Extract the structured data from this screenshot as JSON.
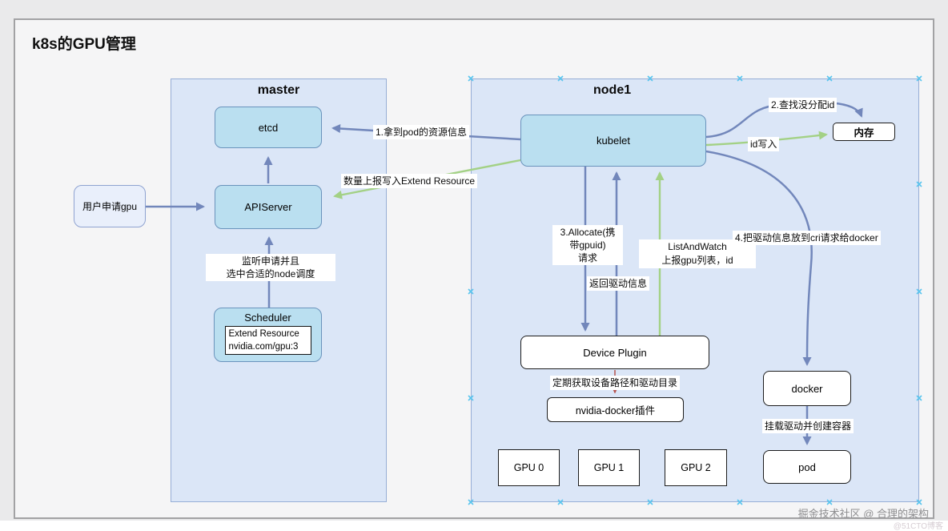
{
  "page": {
    "title": "k8s的GPU管理"
  },
  "watermark": {
    "line1": "掘金技术社区 @ 合理的架构",
    "line2": "@51CTO博客"
  },
  "groups": {
    "master": "master",
    "node1": "node1"
  },
  "nodes": {
    "user": "用户申请gpu",
    "etcd": "etcd",
    "apiserver": "APIServer",
    "scheduler": "Scheduler",
    "scheduler_detail": "Extend Resource\nnvidia.com/gpu:3",
    "kubelet": "kubelet",
    "memory": "内存",
    "device_plugin": "Device Plugin",
    "nvidia_docker": "nvidia-docker插件",
    "gpu0": "GPU 0",
    "gpu1": "GPU 1",
    "gpu2": "GPU 2",
    "docker": "docker",
    "pod": "pod"
  },
  "edge_labels": {
    "get_pod_info": "1.拿到pod的资源信息",
    "report_extend_resource": "数量上报写入Extend Resource",
    "watch_and_schedule": "监听申请并且\n选中合适的node调度",
    "find_unassigned_id": "2.查找没分配id",
    "id_write": "id写入",
    "allocate_request": "3.Allocate(携\n带gpuid)\n请求",
    "return_driver_info": "返回驱动信息",
    "list_and_watch": "ListAndWatch\n上报gpu列表，id",
    "cri_request_to_docker": "4.把驱动信息放到cri请求给docker",
    "periodic_fetch_paths": "定期获取设备路径和驱动目录",
    "mount_driver_create_container": "挂载驱动并创建容器"
  },
  "colors": {
    "panel_fill": "#dbe6f7",
    "panel_border": "#97aed6",
    "shape_fill": "#badff0",
    "shape_border": "#6a93bc",
    "user_fill": "#e9effb",
    "arrow_blue": "#7287bb",
    "arrow_green": "#a3d185",
    "arrow_red": "#b5524e",
    "selection_handle": "#58c4ee"
  }
}
